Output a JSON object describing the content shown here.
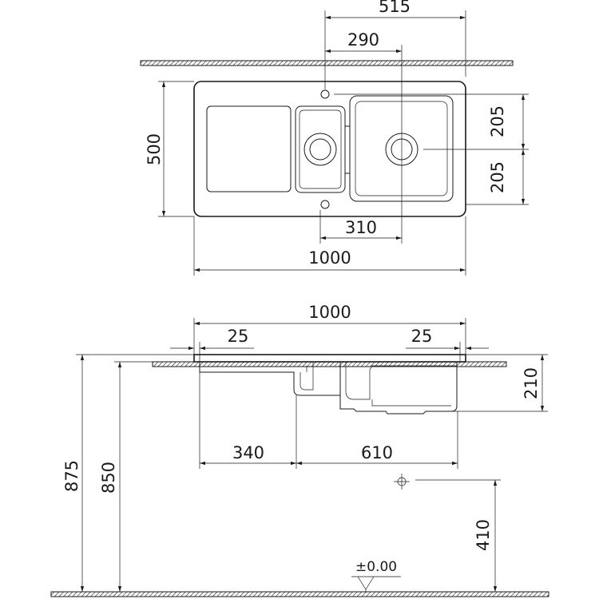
{
  "top_view": {
    "dims": {
      "overall_width": "1000",
      "overall_depth": "500",
      "bowl_center_from_right": "515",
      "bowl_to_tap": "290",
      "bowl_to_tap_lower": "310",
      "half_depth_top": "205",
      "half_depth_bottom": "205"
    }
  },
  "side_view": {
    "dims": {
      "overall_width": "1000",
      "overhang_left": "25",
      "overhang_right": "25",
      "bowl_depth": "210",
      "drainer_length": "340",
      "bowl_section": "610",
      "height_total": "875",
      "height_worktop": "850",
      "drain_height": "410",
      "floor_level": "±0.00"
    }
  }
}
